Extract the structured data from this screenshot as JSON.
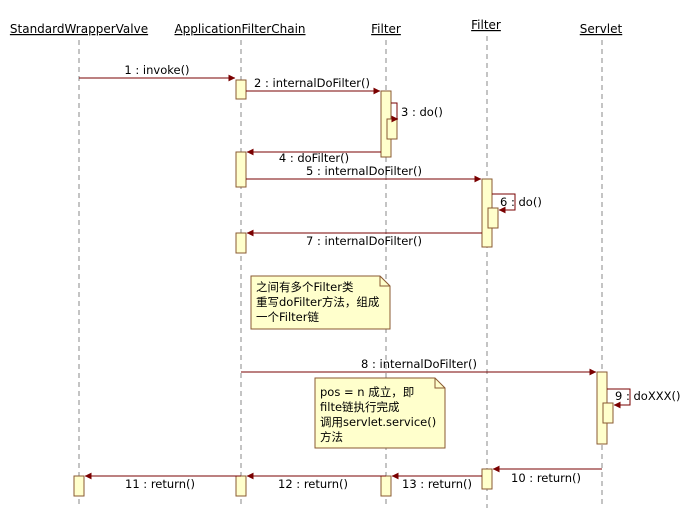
{
  "lifelines": [
    {
      "id": "swv",
      "name": "StandardWrapperValve"
    },
    {
      "id": "afc",
      "name": "ApplicationFilterChain"
    },
    {
      "id": "f1",
      "name": "Filter"
    },
    {
      "id": "f2",
      "name": "Filter"
    },
    {
      "id": "servlet",
      "name": "Servlet"
    }
  ],
  "messages": [
    {
      "label": "1 : invoke()"
    },
    {
      "label": "2 : internalDoFilter()"
    },
    {
      "label": "3 : do()"
    },
    {
      "label": "4 : doFilter()"
    },
    {
      "label": "5 : internalDoFilter()"
    },
    {
      "label": "6 : do()"
    },
    {
      "label": "7 : internalDoFilter()"
    },
    {
      "label": "8 : internalDoFilter()"
    },
    {
      "label": "9 : doXXX()"
    },
    {
      "label": "10 : return()"
    },
    {
      "label": "11 : return()"
    },
    {
      "label": "12 : return()"
    },
    {
      "label": "13 : return()"
    }
  ],
  "notes": [
    {
      "lines": [
        "之间有多个Filter类",
        "重写doFilter方法，组成",
        "一个Filter链"
      ]
    },
    {
      "lines": [
        "pos = n 成立，即",
        "filte链执行完成",
        "调用servlet.service()",
        "方法"
      ]
    }
  ],
  "colors": {
    "line": "#7a0000",
    "lifeline_text": "#2a2a8a",
    "box_fill": "#ffffcc",
    "box_border": "#8a5a32",
    "note_fill": "#ffffcc"
  }
}
